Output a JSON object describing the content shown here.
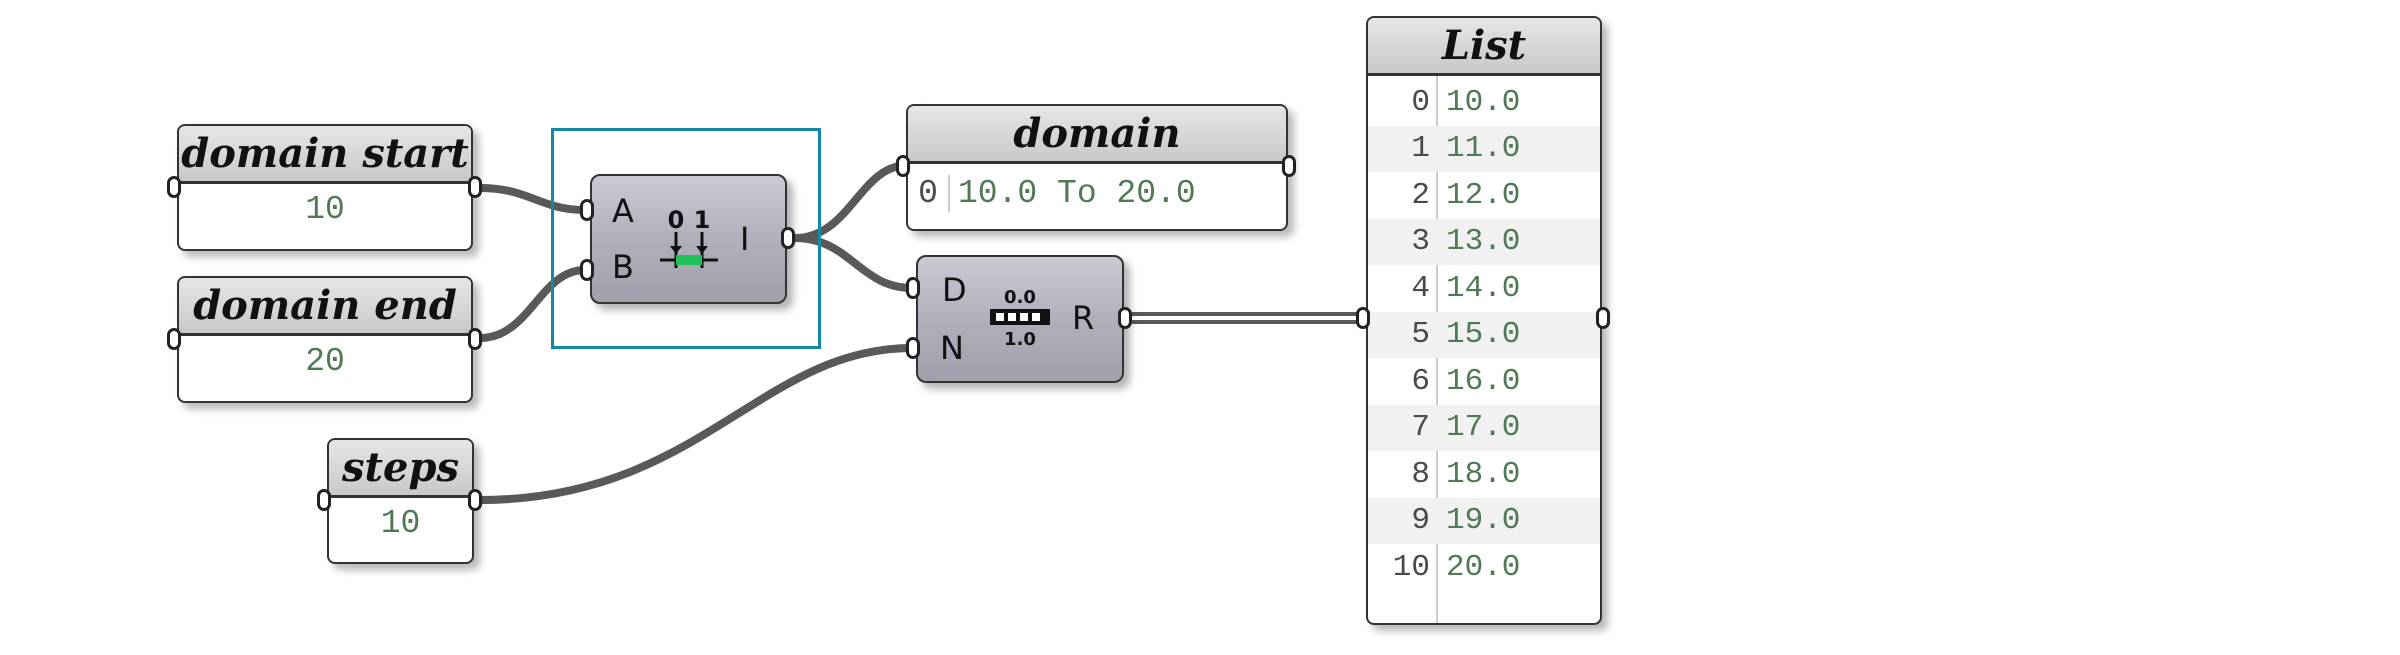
{
  "params": {
    "domain_start": {
      "title": "domain start",
      "value": "10"
    },
    "domain_end": {
      "title": "domain end",
      "value": "20"
    },
    "steps": {
      "title": "steps",
      "value": "10"
    }
  },
  "construct_domain": {
    "inputs": [
      "A",
      "B"
    ],
    "output": "I",
    "icon_top_labels": [
      "0",
      "1"
    ]
  },
  "domain_panel": {
    "title": "domain",
    "index": "0",
    "value": "10.0 To 20.0"
  },
  "range": {
    "inputs": [
      "D",
      "N"
    ],
    "output": "R",
    "icon_top": "0.0",
    "icon_bottom": "1.0"
  },
  "list_panel": {
    "title": "List",
    "rows": [
      {
        "index": "0",
        "value": "10.0"
      },
      {
        "index": "1",
        "value": "11.0"
      },
      {
        "index": "2",
        "value": "12.0"
      },
      {
        "index": "3",
        "value": "13.0"
      },
      {
        "index": "4",
        "value": "14.0"
      },
      {
        "index": "5",
        "value": "15.0"
      },
      {
        "index": "6",
        "value": "16.0"
      },
      {
        "index": "7",
        "value": "17.0"
      },
      {
        "index": "8",
        "value": "18.0"
      },
      {
        "index": "9",
        "value": "19.0"
      },
      {
        "index": "10",
        "value": "20.0"
      }
    ]
  },
  "colors": {
    "wire": "#595959",
    "selection": "#1588a5",
    "value_text": "#4f7a55",
    "icon_bar": "#22c25a"
  }
}
